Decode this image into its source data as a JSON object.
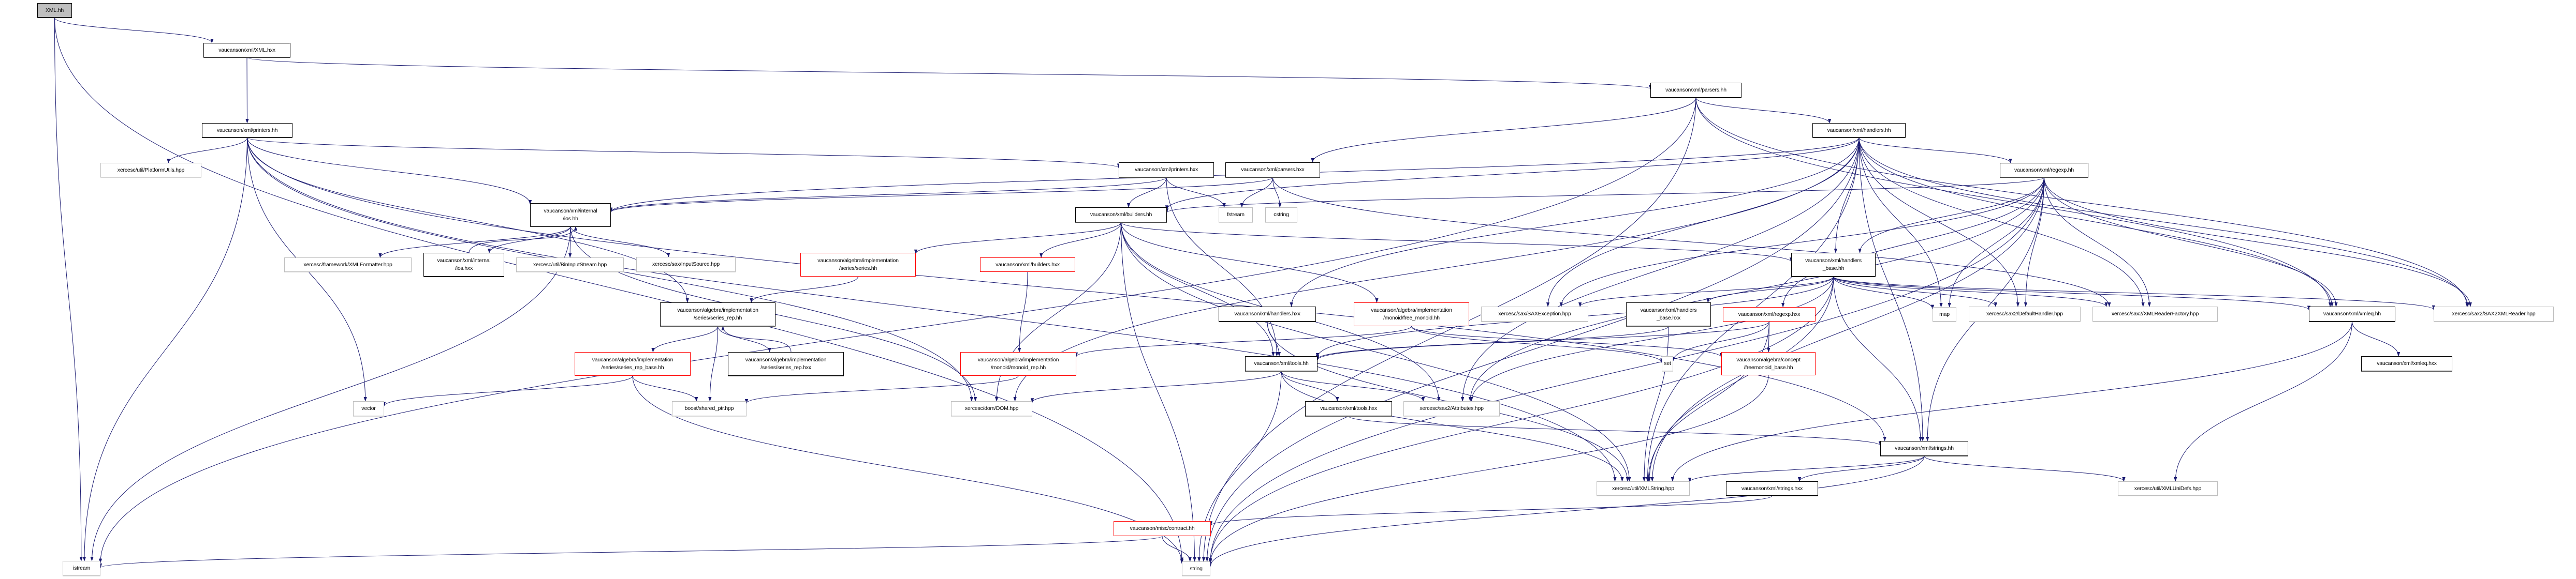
{
  "title": "XML.hh include dependency graph",
  "colors": {
    "edge": "#191970",
    "root_fill": "#bfbfbf",
    "documented_border": "#000000",
    "external_border": "#bfbfbf",
    "truncated_border": "#ff0000"
  },
  "nodes": [
    {
      "id": "xml_hh",
      "label": "XML.hh",
      "kind": "root"
    },
    {
      "id": "xml_hxx",
      "label": "vaucanson/xml/XML.hxx",
      "kind": "doc"
    },
    {
      "id": "parsers_hh",
      "label": "vaucanson/xml/parsers.hh",
      "kind": "doc"
    },
    {
      "id": "printers_hh",
      "label": "vaucanson/xml/printers.hh",
      "kind": "doc"
    },
    {
      "id": "handlers_hh",
      "label": "vaucanson/xml/handlers.hh",
      "kind": "doc"
    },
    {
      "id": "platformutils",
      "label": "xercesc/util/PlatformUtils.hpp",
      "kind": "ext"
    },
    {
      "id": "printers_hxx",
      "label": "vaucanson/xml/printers.hxx",
      "kind": "doc"
    },
    {
      "id": "parsers_hxx",
      "label": "vaucanson/xml/parsers.hxx",
      "kind": "doc"
    },
    {
      "id": "regexp_hh",
      "label": "vaucanson/xml/regexp.hh",
      "kind": "doc"
    },
    {
      "id": "ios_hh",
      "label": "vaucanson/xml/internal\n/ios.hh",
      "kind": "doc"
    },
    {
      "id": "builders_hh",
      "label": "vaucanson/xml/builders.hh",
      "kind": "doc"
    },
    {
      "id": "fstream",
      "label": "fstream",
      "kind": "ext"
    },
    {
      "id": "cstring",
      "label": "cstring",
      "kind": "ext"
    },
    {
      "id": "xmlformatter",
      "label": "xercesc/framework/XMLFormatter.hpp",
      "kind": "ext"
    },
    {
      "id": "ios_hxx",
      "label": "vaucanson/xml/internal\n/ios.hxx",
      "kind": "doc"
    },
    {
      "id": "bininputstream",
      "label": "xercesc/util/BinInputStream.hpp",
      "kind": "ext"
    },
    {
      "id": "inputsource",
      "label": "xercesc/sax/InputSource.hpp",
      "kind": "ext"
    },
    {
      "id": "series_hh",
      "label": "vaucanson/algebra/implementation\n/series/series.hh",
      "kind": "trunc"
    },
    {
      "id": "builders_hxx",
      "label": "vaucanson/xml/builders.hxx",
      "kind": "trunc"
    },
    {
      "id": "handlers_base_hh",
      "label": "vaucanson/xml/handlers\n_base.hh",
      "kind": "doc"
    },
    {
      "id": "series_rep_hh",
      "label": "vaucanson/algebra/implementation\n/series/series_rep.hh",
      "kind": "doc"
    },
    {
      "id": "handlers_hxx",
      "label": "vaucanson/xml/handlers.hxx",
      "kind": "doc"
    },
    {
      "id": "free_monoid",
      "label": "vaucanson/algebra/implementation\n/monoid/free_monoid.hh",
      "kind": "trunc"
    },
    {
      "id": "saxexception",
      "label": "xercesc/sax/SAXException.hpp",
      "kind": "ext"
    },
    {
      "id": "handlers_base_hxx",
      "label": "vaucanson/xml/handlers\n_base.hxx",
      "kind": "doc"
    },
    {
      "id": "regexp_hxx",
      "label": "vaucanson/xml/regexp.hxx",
      "kind": "trunc"
    },
    {
      "id": "map",
      "label": "map",
      "kind": "ext"
    },
    {
      "id": "defaulthandler",
      "label": "xercesc/sax2/DefaultHandler.hpp",
      "kind": "ext"
    },
    {
      "id": "xmlreaderfactory",
      "label": "xercesc/sax2/XMLReaderFactory.hpp",
      "kind": "ext"
    },
    {
      "id": "xmleq_hh",
      "label": "vaucanson/xml/xmleq.hh",
      "kind": "doc"
    },
    {
      "id": "sax2xmlreader",
      "label": "xercesc/sax2/SAX2XMLReader.hpp",
      "kind": "ext"
    },
    {
      "id": "series_rep_base",
      "label": "vaucanson/algebra/implementation\n/series/series_rep_base.hh",
      "kind": "trunc"
    },
    {
      "id": "series_rep_hxx",
      "label": "vaucanson/algebra/implementation\n/series/series_rep.hxx",
      "kind": "doc"
    },
    {
      "id": "monoid_rep",
      "label": "vaucanson/algebra/implementation\n/monoid/monoid_rep.hh",
      "kind": "trunc"
    },
    {
      "id": "tools_hh",
      "label": "vaucanson/xml/tools.hh",
      "kind": "doc"
    },
    {
      "id": "set",
      "label": "set",
      "kind": "ext"
    },
    {
      "id": "freemonoid_base",
      "label": "vaucanson/algebra/concept\n/freemonoid_base.hh",
      "kind": "trunc"
    },
    {
      "id": "xmleq_hxx",
      "label": "vaucanson/xml/xmleq.hxx",
      "kind": "doc"
    },
    {
      "id": "vector",
      "label": "vector",
      "kind": "ext"
    },
    {
      "id": "shared_ptr",
      "label": "boost/shared_ptr.hpp",
      "kind": "ext"
    },
    {
      "id": "dom",
      "label": "xercesc/dom/DOM.hpp",
      "kind": "ext"
    },
    {
      "id": "tools_hxx",
      "label": "vaucanson/xml/tools.hxx",
      "kind": "doc"
    },
    {
      "id": "attributes",
      "label": "xercesc/sax2/Attributes.hpp",
      "kind": "ext"
    },
    {
      "id": "strings_hh",
      "label": "vaucanson/xml/strings.hh",
      "kind": "doc"
    },
    {
      "id": "xmlstring",
      "label": "xercesc/util/XMLString.hpp",
      "kind": "ext"
    },
    {
      "id": "strings_hxx",
      "label": "vaucanson/xml/strings.hxx",
      "kind": "doc"
    },
    {
      "id": "xmlunidefs",
      "label": "xercesc/util/XMLUniDefs.hpp",
      "kind": "ext"
    },
    {
      "id": "contract_hh",
      "label": "vaucanson/misc/contract.hh",
      "kind": "trunc"
    },
    {
      "id": "istream",
      "label": "istream",
      "kind": "ext"
    },
    {
      "id": "string",
      "label": "string",
      "kind": "ext"
    }
  ],
  "edges": [
    [
      "xml_hh",
      "xml_hxx"
    ],
    [
      "xml_hh",
      "istream"
    ],
    [
      "xml_hh",
      "string"
    ],
    [
      "xml_hxx",
      "printers_hh"
    ],
    [
      "xml_hxx",
      "parsers_hh"
    ],
    [
      "printers_hh",
      "platformutils"
    ],
    [
      "printers_hh",
      "printers_hxx"
    ],
    [
      "printers_hh",
      "ios_hh"
    ],
    [
      "printers_hh",
      "series_rep_hh"
    ],
    [
      "printers_hh",
      "vector"
    ],
    [
      "printers_hh",
      "dom"
    ],
    [
      "printers_hh",
      "xmlstring"
    ],
    [
      "printers_hh",
      "strings_hh"
    ],
    [
      "printers_hh",
      "istream"
    ],
    [
      "parsers_hh",
      "handlers_hh"
    ],
    [
      "parsers_hh",
      "parsers_hxx"
    ],
    [
      "parsers_hh",
      "istream"
    ],
    [
      "parsers_hh",
      "sax2xmlreader"
    ],
    [
      "parsers_hh",
      "xmleq_hh"
    ],
    [
      "parsers_hh",
      "string"
    ],
    [
      "handlers_hh",
      "builders_hh"
    ],
    [
      "handlers_hh",
      "regexp_hh"
    ],
    [
      "handlers_hh",
      "handlers_base_hh"
    ],
    [
      "handlers_hh",
      "handlers_hxx"
    ],
    [
      "handlers_hh",
      "ios_hh"
    ],
    [
      "handlers_hh",
      "map"
    ],
    [
      "handlers_hh",
      "defaulthandler"
    ],
    [
      "handlers_hh",
      "xmlreaderfactory"
    ],
    [
      "handlers_hh",
      "xmleq_hh"
    ],
    [
      "handlers_hh",
      "sax2xmlreader"
    ],
    [
      "handlers_hh",
      "saxexception"
    ],
    [
      "handlers_hh",
      "attributes"
    ],
    [
      "handlers_hh",
      "xmlstring"
    ],
    [
      "handlers_hh",
      "strings_hh"
    ],
    [
      "handlers_hh",
      "string"
    ],
    [
      "handlers_hh",
      "dom"
    ],
    [
      "printers_hxx",
      "builders_hh"
    ],
    [
      "printers_hxx",
      "fstream"
    ],
    [
      "printers_hxx",
      "ios_hh"
    ],
    [
      "printers_hxx",
      "tools_hh"
    ],
    [
      "parsers_hxx",
      "fstream"
    ],
    [
      "parsers_hxx",
      "cstring"
    ],
    [
      "parsers_hxx",
      "ios_hh"
    ],
    [
      "parsers_hxx",
      "xmlreaderfactory"
    ],
    [
      "ios_hh",
      "xmlformatter"
    ],
    [
      "ios_hh",
      "ios_hxx"
    ],
    [
      "ios_hh",
      "bininputstream"
    ],
    [
      "ios_hh",
      "inputsource"
    ],
    [
      "ios_hh",
      "istream"
    ],
    [
      "ios_hh",
      "dom"
    ],
    [
      "ios_hxx",
      "ios_hh"
    ],
    [
      "builders_hh",
      "series_hh"
    ],
    [
      "builders_hh",
      "builders_hxx"
    ],
    [
      "builders_hh",
      "free_monoid"
    ],
    [
      "builders_hh",
      "handlers_base_hh"
    ],
    [
      "builders_hh",
      "dom"
    ],
    [
      "builders_hh",
      "xmlstring"
    ],
    [
      "builders_hh",
      "attributes"
    ],
    [
      "builders_hh",
      "string"
    ],
    [
      "builders_hh",
      "tools_hh"
    ],
    [
      "builders_hxx",
      "monoid_rep"
    ],
    [
      "series_hh",
      "series_rep_hh"
    ],
    [
      "series_rep_hh",
      "series_rep_base"
    ],
    [
      "series_rep_hh",
      "series_rep_hxx"
    ],
    [
      "series_rep_hh",
      "shared_ptr"
    ],
    [
      "series_rep_hxx",
      "series_rep_hh"
    ],
    [
      "series_rep_base",
      "vector"
    ],
    [
      "series_rep_base",
      "shared_ptr"
    ],
    [
      "series_rep_base",
      "string"
    ],
    [
      "free_monoid",
      "monoid_rep"
    ],
    [
      "free_monoid",
      "set"
    ],
    [
      "free_monoid",
      "freemonoid_base"
    ],
    [
      "monoid_rep",
      "shared_ptr"
    ],
    [
      "regexp_hh",
      "builders_hh"
    ],
    [
      "regexp_hh",
      "handlers_base_hh"
    ],
    [
      "regexp_hh",
      "regexp_hxx"
    ],
    [
      "regexp_hh",
      "map"
    ],
    [
      "regexp_hh",
      "defaulthandler"
    ],
    [
      "regexp_hh",
      "xmlreaderfactory"
    ],
    [
      "regexp_hh",
      "xmleq_hh"
    ],
    [
      "regexp_hh",
      "sax2xmlreader"
    ],
    [
      "regexp_hh",
      "saxexception"
    ],
    [
      "regexp_hh",
      "attributes"
    ],
    [
      "regexp_hh",
      "xmlstring"
    ],
    [
      "regexp_hh",
      "strings_hh"
    ],
    [
      "regexp_hh",
      "string"
    ],
    [
      "regexp_hxx",
      "set"
    ],
    [
      "regexp_hxx",
      "tools_hh"
    ],
    [
      "regexp_hxx",
      "freemonoid_base"
    ],
    [
      "regexp_hxx",
      "xmlstring"
    ],
    [
      "handlers_base_hh",
      "handlers_base_hxx"
    ],
    [
      "handlers_base_hh",
      "map"
    ],
    [
      "handlers_base_hh",
      "defaulthandler"
    ],
    [
      "handlers_base_hh",
      "xmlreaderfactory"
    ],
    [
      "handlers_base_hh",
      "xmleq_hh"
    ],
    [
      "handlers_base_hh",
      "sax2xmlreader"
    ],
    [
      "handlers_base_hh",
      "saxexception"
    ],
    [
      "handlers_base_hh",
      "attributes"
    ],
    [
      "handlers_base_hh",
      "xmlstring"
    ],
    [
      "handlers_base_hh",
      "strings_hh"
    ],
    [
      "handlers_base_hh",
      "string"
    ],
    [
      "handlers_base_hh",
      "tools_hh"
    ],
    [
      "handlers_base_hxx",
      "tools_hh"
    ],
    [
      "handlers_base_hxx",
      "xmlstring"
    ],
    [
      "handlers_hxx",
      "tools_hh"
    ],
    [
      "handlers_hxx",
      "xmlstring"
    ],
    [
      "tools_hh",
      "tools_hxx"
    ],
    [
      "tools_hh",
      "attributes"
    ],
    [
      "tools_hh",
      "xmlstring"
    ],
    [
      "tools_hh",
      "dom"
    ],
    [
      "tools_hh",
      "string"
    ],
    [
      "tools_hxx",
      "strings_hh"
    ],
    [
      "strings_hh",
      "xmlstring"
    ],
    [
      "strings_hh",
      "strings_hxx"
    ],
    [
      "strings_hh",
      "xmlunidefs"
    ],
    [
      "strings_hh",
      "string"
    ],
    [
      "strings_hxx",
      "contract_hh"
    ],
    [
      "contract_hh",
      "istream"
    ],
    [
      "contract_hh",
      "string"
    ],
    [
      "xmleq_hh",
      "xmleq_hxx"
    ],
    [
      "xmleq_hh",
      "xmlstring"
    ],
    [
      "xmleq_hh",
      "xmlunidefs"
    ],
    [
      "freemonoid_base",
      "string"
    ]
  ]
}
